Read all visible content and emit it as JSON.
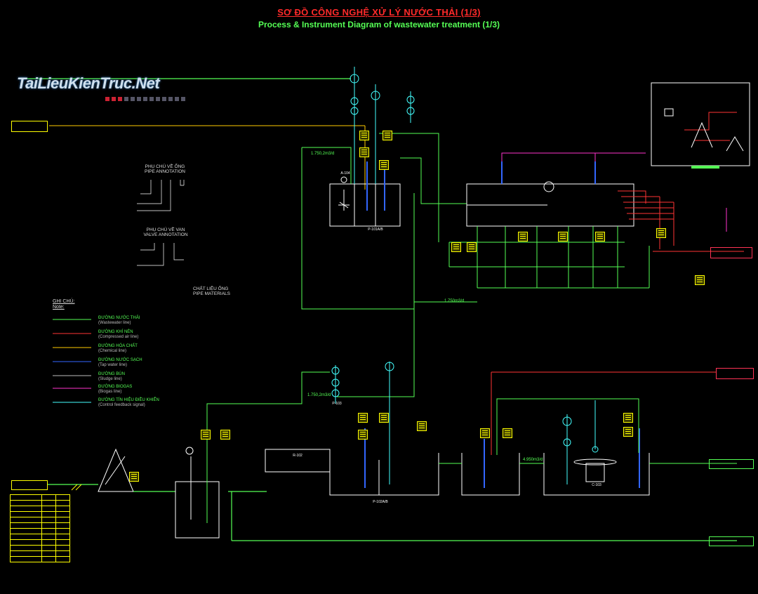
{
  "header": {
    "title_vi": "SƠ ĐỒ CÔNG NGHỆ XỬ LÝ NƯỚC THẢI (1/3)",
    "title_en": "Process & Instrument Diagram of wastewater treatment (1/3)"
  },
  "watermark": {
    "text": "TaiLieuKienTruc.Net"
  },
  "pipe_annotation": {
    "heading_vi": "PHỤ CHÚ VỀ ỐNG",
    "heading_en": "PIPE ANNOTATION"
  },
  "valve_annotation": {
    "heading_vi": "PHỤ CHÚ VỀ VAN",
    "heading_en": "VALVE ANNOTATION"
  },
  "pipe_materials": {
    "heading_vi": "CHẤT LIỆU ỐNG",
    "heading_en": "PIPE MATERIALS"
  },
  "notes": {
    "heading_vi": "GHI CHÚ:",
    "heading_en": "Note:",
    "items": [
      {
        "vi": "ĐƯỜNG NƯỚC THẢI",
        "en": "(Wastewater line)",
        "color": "#55ff55"
      },
      {
        "vi": "ĐƯỜNG KHÍ NÉN",
        "en": "(Compressed air line)",
        "color": "#ff3333"
      },
      {
        "vi": "ĐƯỜNG HÓA CHẤT",
        "en": "(Chemical line)",
        "color": "#ffcc00"
      },
      {
        "vi": "ĐƯỜNG NƯỚC SẠCH",
        "en": "(Tap water line)",
        "color": "#3366ff"
      },
      {
        "vi": "ĐƯỜNG BÙN",
        "en": "(Sludge line)",
        "color": "#bbbbbb"
      },
      {
        "vi": "ĐƯỜNG BIOGAS",
        "en": "(Biogas line)",
        "color": "#ff33cc"
      },
      {
        "vi": "ĐƯỜNG TÍN HIỆU ĐIỀU KHIỂN",
        "en": "(Control feedback signal)",
        "color": "#44ffff"
      }
    ]
  },
  "flows": {
    "f1": "1.750,2m3/d",
    "f2": "1.750,2m3/d",
    "f3": "1.750m3/d",
    "f4": "4.950m3/d"
  },
  "equipment": {
    "e1": "P-101A/B",
    "e2": "P-102A/B",
    "e3": "P-103",
    "e4": "C-103",
    "e5": "R-102",
    "e6": "A-104"
  },
  "colors": {
    "wastewater": "#55ff55",
    "air": "#ff3333",
    "chemical": "#ffcc00",
    "tapwater": "#3366ff",
    "biogas": "#ff33cc",
    "signal": "#44ffff",
    "title": "#ff2a2a"
  }
}
